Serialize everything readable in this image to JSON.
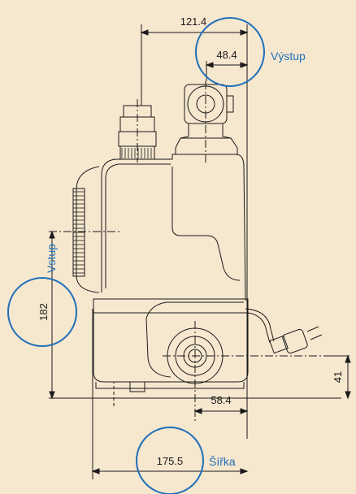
{
  "dimensions": {
    "top_width": "121.4",
    "outlet_offset": "48.4",
    "inlet_height": "182",
    "outlet_height": "41",
    "bottom_offset": "58.4",
    "total_width": "175.5"
  },
  "labels": {
    "outlet": "Výstup",
    "inlet": "Vstup",
    "width": "Šířka"
  },
  "colors": {
    "background": "#f6e7cf",
    "line": "#1a1a1a",
    "accent": "#1f6fb8"
  }
}
